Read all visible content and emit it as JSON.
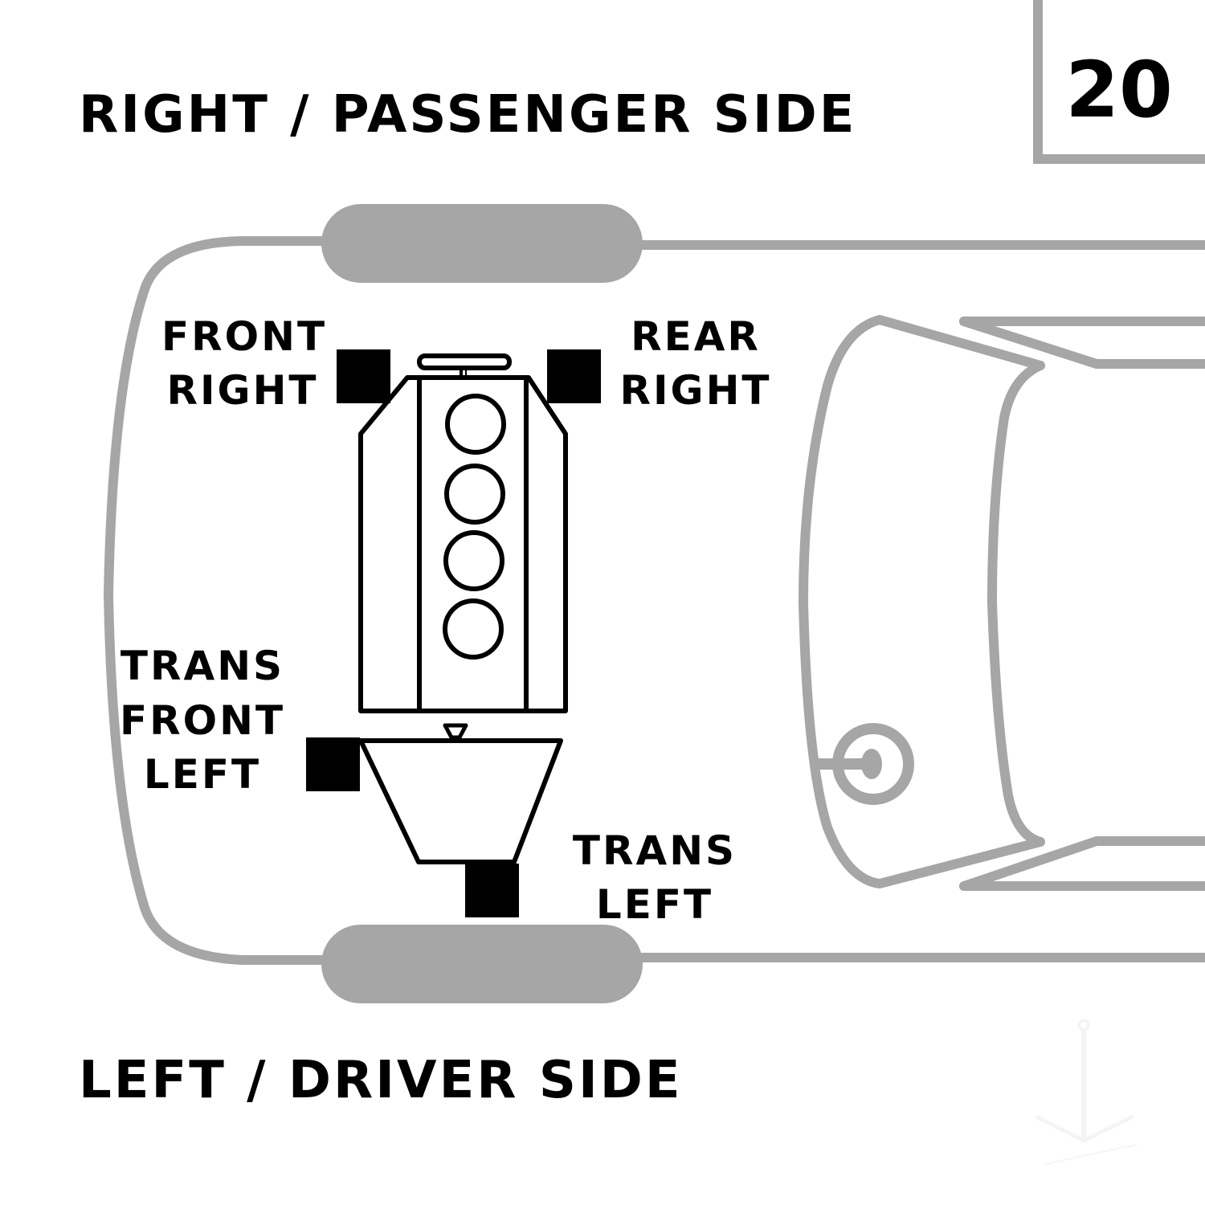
{
  "diagram": {
    "figure_number": "20",
    "top_label": "RIGHT / PASSENGER SIDE",
    "bottom_label": "LEFT / DRIVER SIDE",
    "mounts": [
      {
        "id": "front-right",
        "lines": [
          "FRONT",
          "RIGHT"
        ]
      },
      {
        "id": "rear-right",
        "lines": [
          "REAR",
          "RIGHT"
        ]
      },
      {
        "id": "trans-front-left",
        "lines": [
          "TRANS",
          "FRONT",
          "LEFT"
        ]
      },
      {
        "id": "trans-left",
        "lines": [
          "TRANS",
          "LEFT"
        ]
      }
    ],
    "colors": {
      "outline_gray": "#a6a6a6",
      "mount_black": "#000000",
      "background": "#ffffff"
    }
  }
}
